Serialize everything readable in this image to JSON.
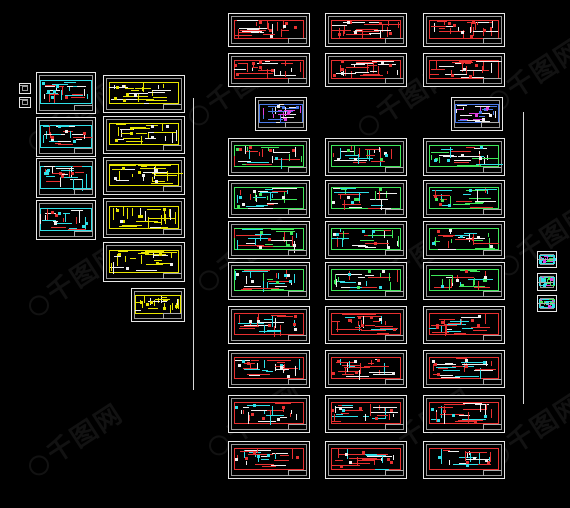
{
  "canvas": {
    "background": "#000000"
  },
  "watermark": {
    "text": "千图网",
    "color": "rgba(255,255,255,0.07)"
  },
  "colors": {
    "frame": "#e8e8e8",
    "yellow": "#e8e600",
    "green": "#3fe85a",
    "cyan": "#2fe0e8",
    "red": "#e83030",
    "white": "#f0f0f0",
    "magenta": "#e040e0",
    "blue": "#4a7ae8"
  },
  "drawing_groups": [
    {
      "name": "legend-sheets",
      "count": 2,
      "content": "blank"
    },
    {
      "name": "detail-sheets",
      "count": 4,
      "content": "cyan-white detail"
    },
    {
      "name": "yellow-plan-sheets",
      "count": 6,
      "content": "yellow plans"
    },
    {
      "name": "foundation-plans",
      "count": 6,
      "content": "red structural"
    },
    {
      "name": "local-detail-sheets",
      "count": 2,
      "content": "blue section"
    },
    {
      "name": "column-plans",
      "count": 12,
      "content": "green-cyan rebar"
    },
    {
      "name": "floor-plans",
      "count": 12,
      "content": "red-cyan slab"
    },
    {
      "name": "small-detail-sheets",
      "count": 3,
      "content": "cyan-magenta detail"
    }
  ]
}
